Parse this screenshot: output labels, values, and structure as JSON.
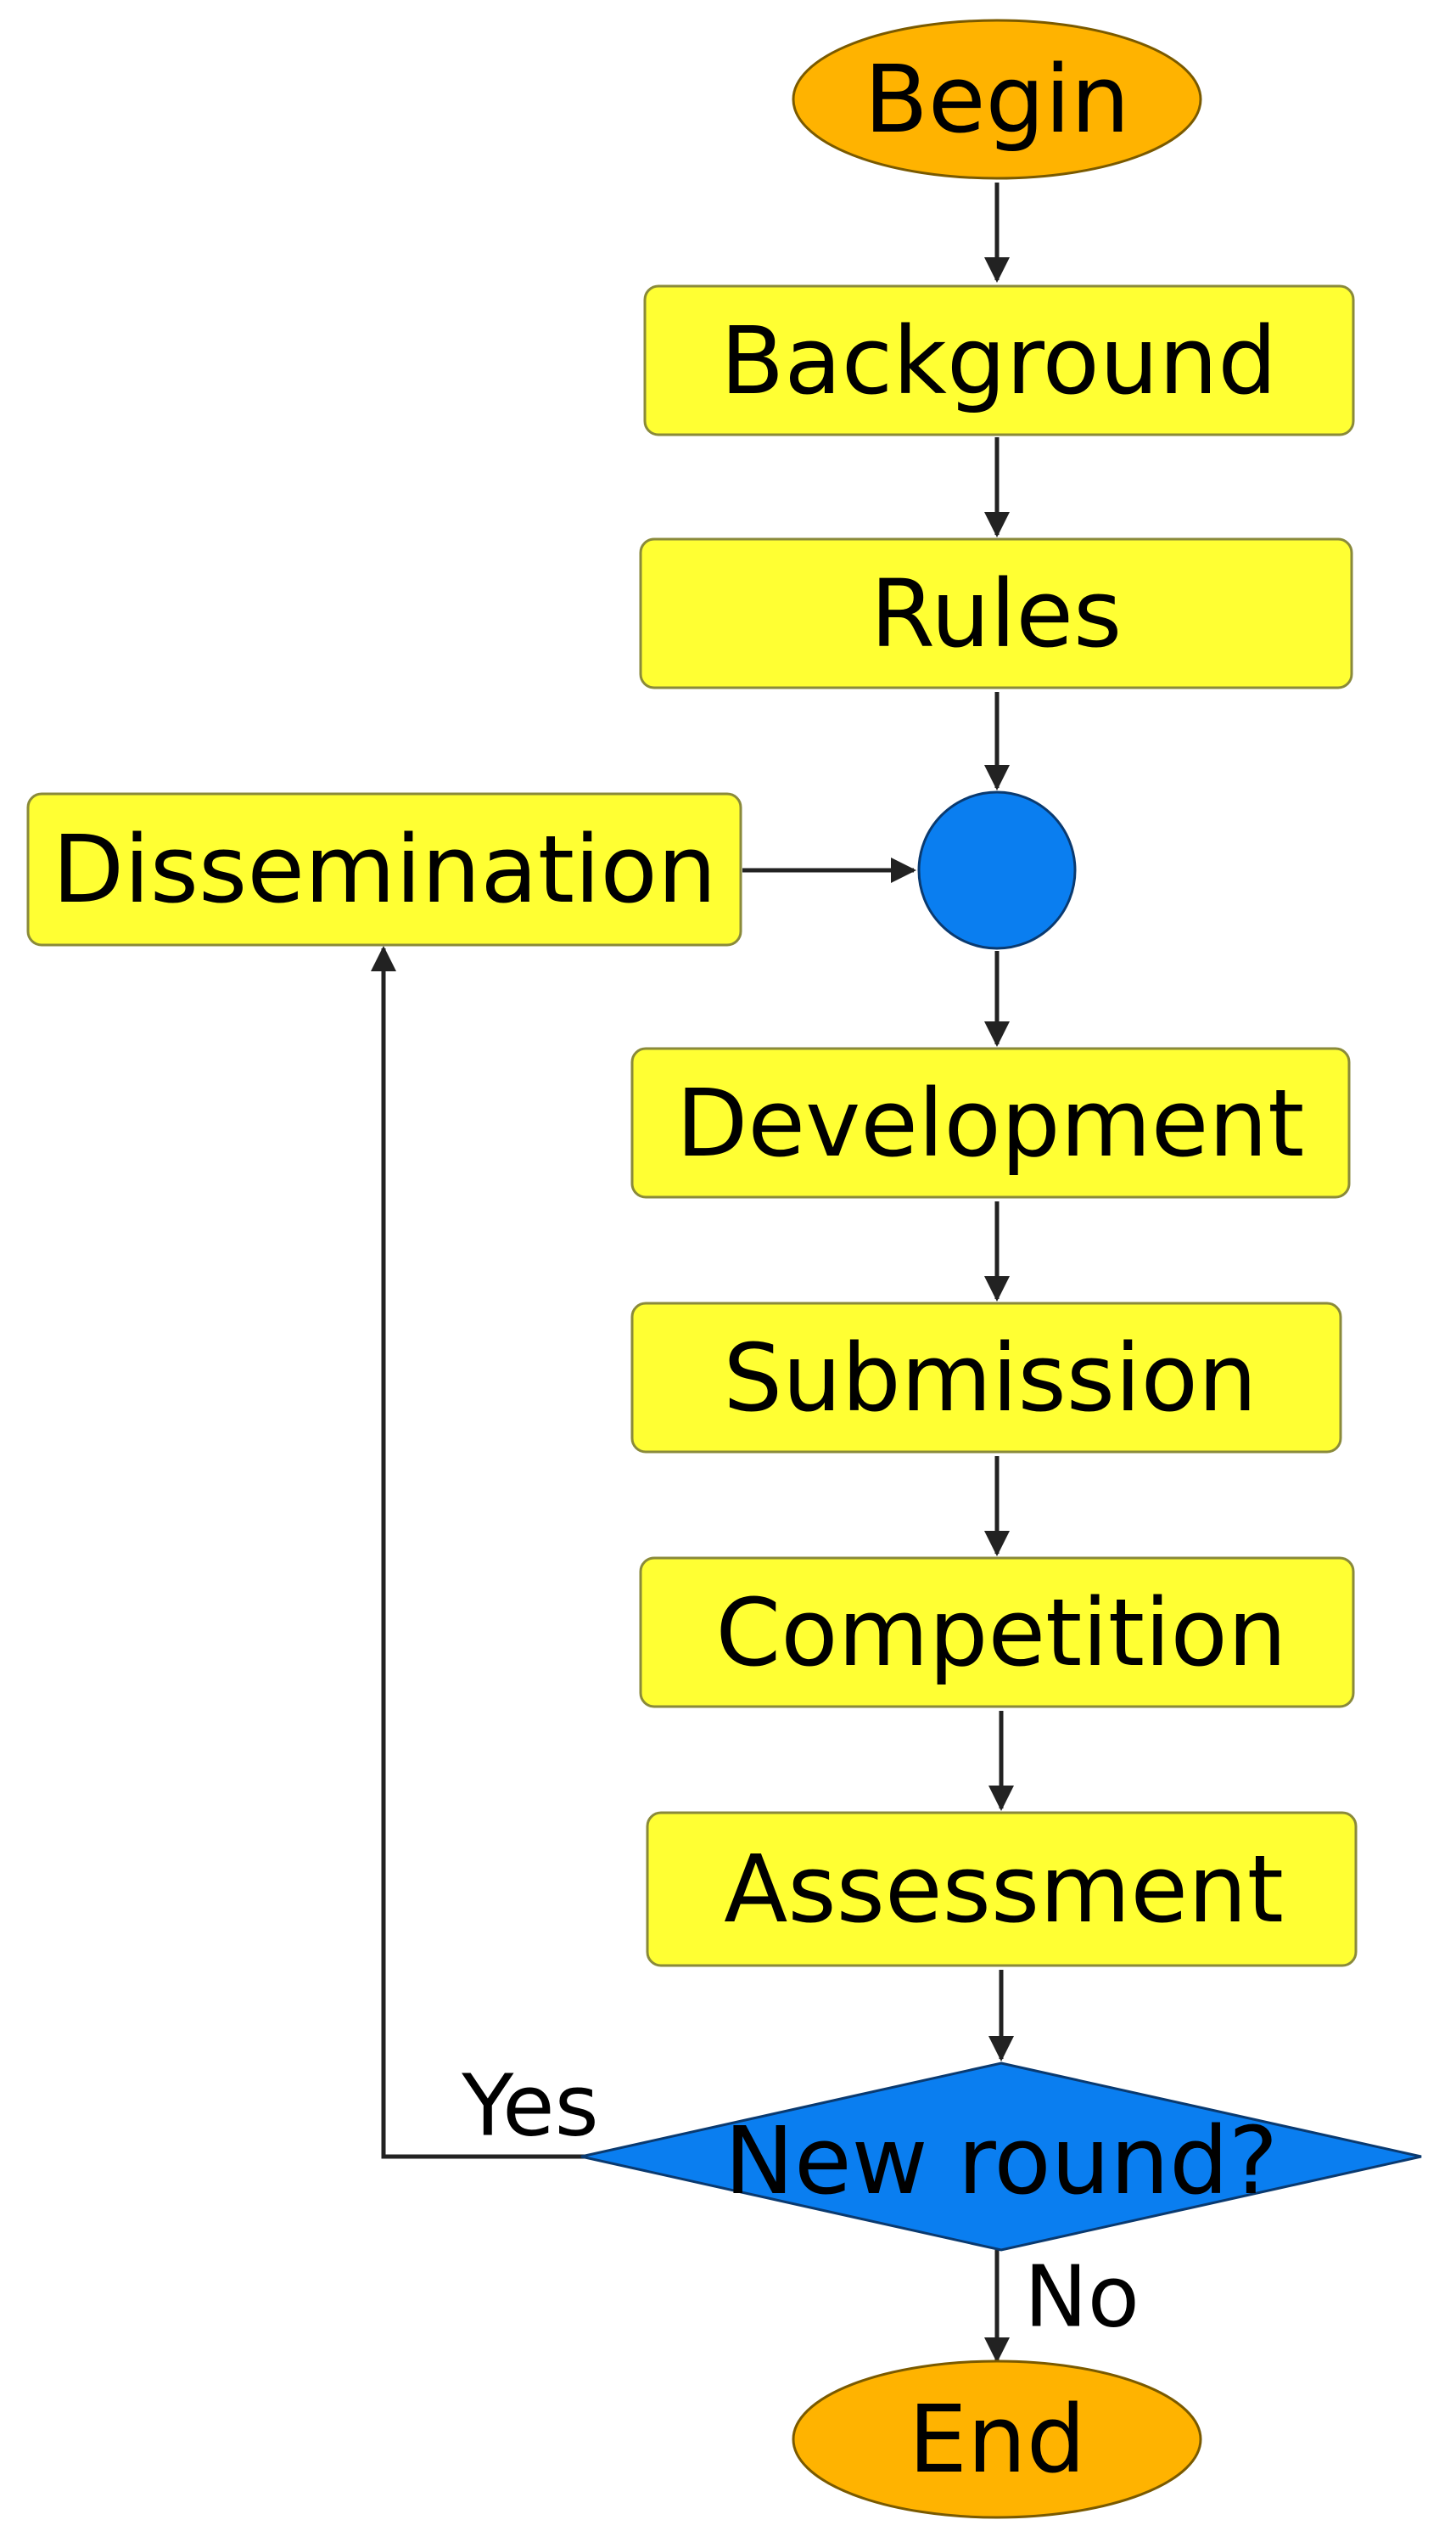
{
  "colors": {
    "terminal": "#ffb300",
    "process": "#ffff33",
    "connector": "#0a7ef0",
    "decision": "#0a7ef0",
    "line": "#222222"
  },
  "nodes": {
    "begin": "Begin",
    "background": "Background",
    "rules": "Rules",
    "dissemination": "Dissemination",
    "development": "Development",
    "submission": "Submission",
    "competition": "Competition",
    "assessment": "Assessment",
    "decision": "New round?",
    "end": "End"
  },
  "edge_labels": {
    "yes": "Yes",
    "no": "No"
  }
}
